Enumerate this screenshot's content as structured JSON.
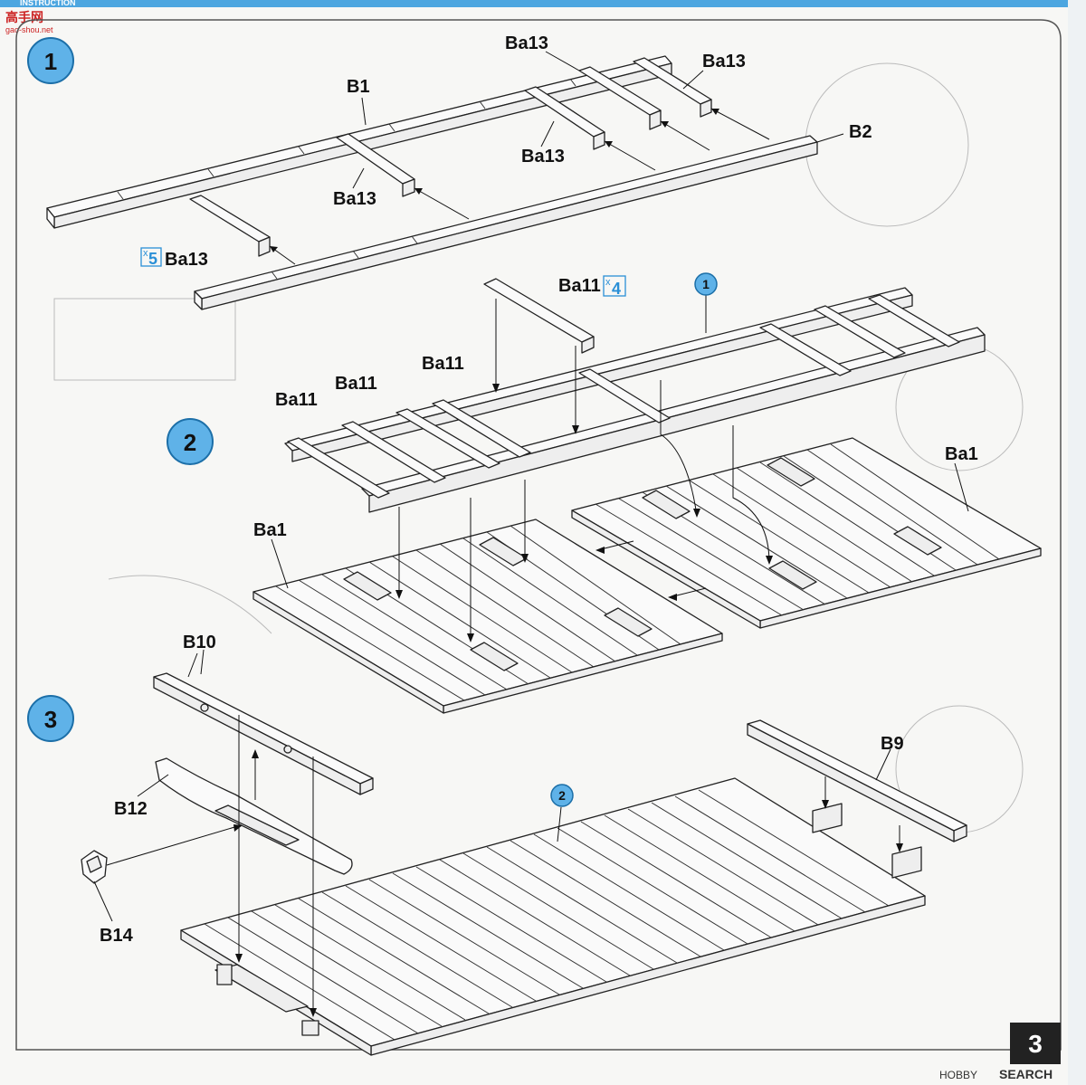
{
  "header": {
    "title": "INSTRUCTION"
  },
  "corner_logo": {
    "main": "高手网",
    "sub": "gao-shou.net"
  },
  "steps": [
    {
      "number": "1"
    },
    {
      "number": "2"
    },
    {
      "number": "3"
    }
  ],
  "callouts": {
    "step1_ref": "1",
    "step2_ref": "2"
  },
  "labels": {
    "ba13_top": "Ba13",
    "ba13_right": "Ba13",
    "b1": "B1",
    "b2": "B2",
    "ba13_mid": "Ba13",
    "ba13_left": "Ba13",
    "ba13_qty": "Ba13",
    "ba11_top": "Ba11",
    "ba11_a": "Ba11",
    "ba11_b": "Ba11",
    "ba11_c": "Ba11",
    "ba1_left": "Ba1",
    "ba1_right": "Ba1",
    "b10": "B10",
    "b12": "B12",
    "b14": "B14",
    "b9": "B9"
  },
  "quantities": {
    "ba13": "5",
    "ba11": "4"
  },
  "quantity_prefix": "x",
  "footer": {
    "page_number": "3",
    "watermark_brand": "HOBBY",
    "watermark_rest": "SEARCH"
  },
  "colors": {
    "step_circle": "#5fb2e8",
    "header_bar": "#4da6e0",
    "page_box": "#222222",
    "accent": "#2a8fd6"
  }
}
